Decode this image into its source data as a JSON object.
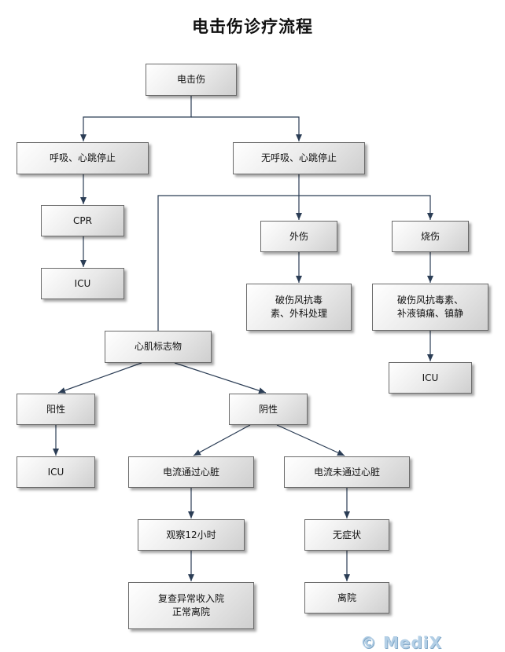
{
  "title": "电击伤诊疗流程",
  "nodes": {
    "root": "电击伤",
    "arrest": "呼吸、心跳停止",
    "no_arrest": "无呼吸、心跳停止",
    "cpr": "CPR",
    "icu_left": "ICU",
    "external_injury": "外伤",
    "burn": "烧伤",
    "external_treatment": "破伤风抗毒\n素、外科处理",
    "burn_treatment": "破伤风抗毒素、\n补液镇痛、镇静",
    "icu_burn": "ICU",
    "myocardial_markers": "心肌标志物",
    "positive": "阳性",
    "negative": "阴性",
    "icu_positive": "ICU",
    "current_through_heart": "电流通过心脏",
    "current_not_through_heart": "电流未通过心脏",
    "observe_12h": "观察12小时",
    "asymptomatic": "无症状",
    "recheck": "复查异常收入院\n正常离院",
    "discharge": "离院"
  },
  "colors": {
    "edge": "#2b3d55",
    "node_border": "#6b6b6b"
  },
  "watermark": "© MediX"
}
